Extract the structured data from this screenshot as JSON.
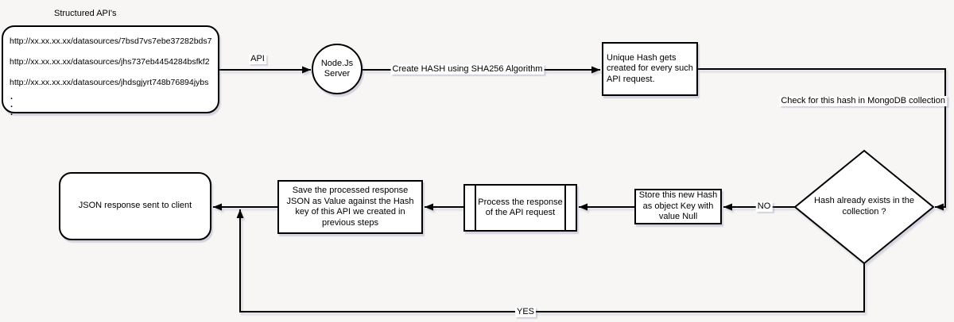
{
  "canvas": {
    "background_color": "#f7f6f5",
    "shape_fill_color": "#ffffff",
    "stroke_color": "#000000"
  },
  "diagram": {
    "source_label": "Structured API's",
    "source_urls": [
      "http://xx.xx.xx.xx/datasources/7bsd7vs7ebe37282bds7",
      "http://xx.xx.xx.xx/datasources/jhs737eb4454284bsfkf2",
      "http://xx.xx.xx.xx/datasources/jhdsgjyrt748b76894jybs"
    ],
    "source_ellipsis": [
      ".",
      ".",
      "."
    ],
    "nodes": {
      "server": "Node.Js Server",
      "unique_hash": "Unique Hash gets created for every such API request.",
      "decision": "Hash already exists in the collection ?",
      "store_hash": "Store this new Hash as object Key with value Null",
      "process_response": "Process the response of the API request",
      "save_response": "Save the processed  response JSON as Value against the Hash key of this API we created in previous steps",
      "client_response": "JSON response sent to client"
    },
    "edge_labels": {
      "api": "API",
      "create_hash": "Create HASH using SHA256 Algorithm",
      "check_hash": "Check for this hash in MongoDB collection",
      "no": "NO",
      "yes": "YES"
    }
  }
}
